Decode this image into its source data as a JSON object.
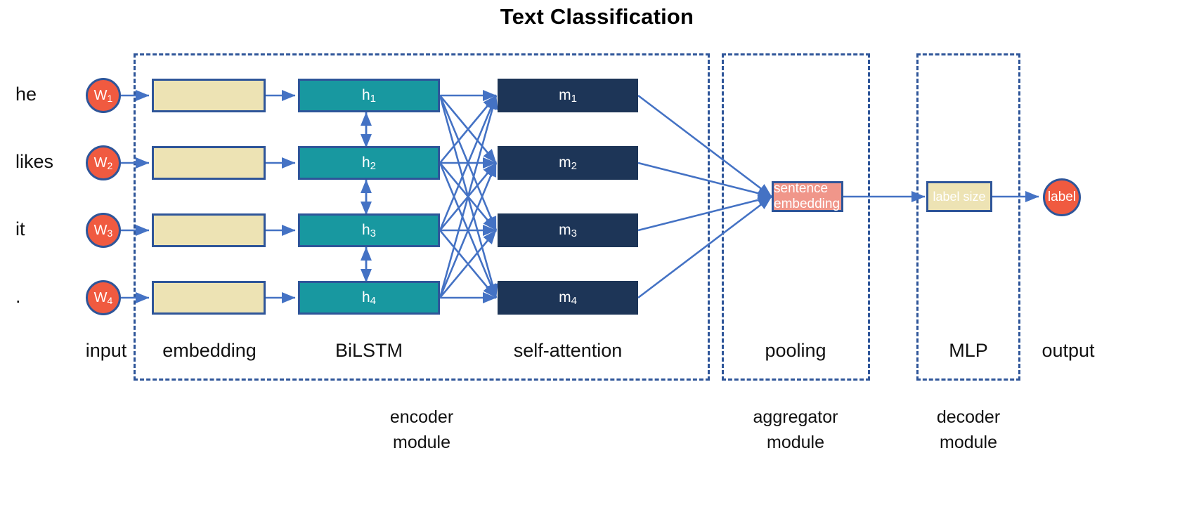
{
  "title": "Text Classification",
  "colors": {
    "arrow_blue": "#4472C4",
    "border_blue": "#2E5599",
    "circle_orange": "#F05A40",
    "embedding_khaki": "#EDE3B4",
    "bilstm_teal": "#1898A0",
    "attention_navy": "#1D3557",
    "pooling_salmon": "#F0968A",
    "text_dark": "#111111"
  },
  "input": {
    "words": [
      "he",
      "likes",
      "it",
      "."
    ],
    "tokens": [
      {
        "prefix": "W",
        "index": "1"
      },
      {
        "prefix": "W",
        "index": "2"
      },
      {
        "prefix": "W",
        "index": "3"
      },
      {
        "prefix": "W",
        "index": "4"
      }
    ]
  },
  "embedding": {
    "boxes": [
      "",
      "",
      "",
      ""
    ]
  },
  "bilstm": {
    "boxes": [
      {
        "prefix": "h",
        "index": "1"
      },
      {
        "prefix": "h",
        "index": "2"
      },
      {
        "prefix": "h",
        "index": "3"
      },
      {
        "prefix": "h",
        "index": "4"
      }
    ]
  },
  "attention": {
    "boxes": [
      {
        "prefix": "m",
        "index": "1"
      },
      {
        "prefix": "m",
        "index": "2"
      },
      {
        "prefix": "m",
        "index": "3"
      },
      {
        "prefix": "m",
        "index": "4"
      }
    ]
  },
  "pooling": {
    "box_label": "sentence embedding"
  },
  "mlp": {
    "box_label": "label size"
  },
  "output": {
    "label": "label"
  },
  "column_captions": [
    "input",
    "embedding",
    "BiLSTM",
    "self-attention",
    "pooling",
    "MLP",
    "output"
  ],
  "module_captions": [
    {
      "line1": "encoder",
      "line2": "module"
    },
    {
      "line1": "aggregator",
      "line2": "module"
    },
    {
      "line1": "decoder",
      "line2": "module"
    }
  ]
}
